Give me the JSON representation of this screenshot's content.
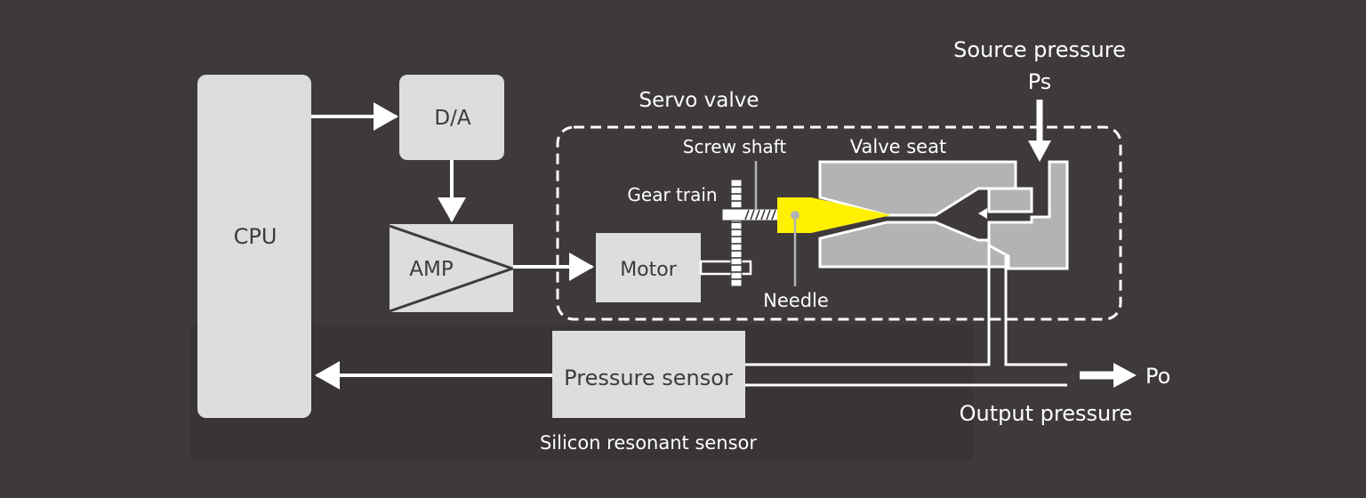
{
  "labels": {
    "cpu": "CPU",
    "da": "D/A",
    "amp": "AMP",
    "motor": "Motor",
    "pressure_sensor": "Pressure sensor",
    "silicon_sensor": "Silicon resonant sensor",
    "servo_valve": "Servo valve",
    "screw_shaft": "Screw shaft",
    "valve_seat": "Valve seat",
    "gear_train": "Gear train",
    "needle": "Needle",
    "source_pressure": "Source pressure",
    "ps": "Ps",
    "po": "Po",
    "output_pressure": "Output pressure"
  },
  "colors": {
    "background": "#3f3a3a",
    "box": "#dcdddd",
    "valve_body": "#b2b4b4",
    "needle": "#fff100",
    "line": "#ffffff"
  }
}
